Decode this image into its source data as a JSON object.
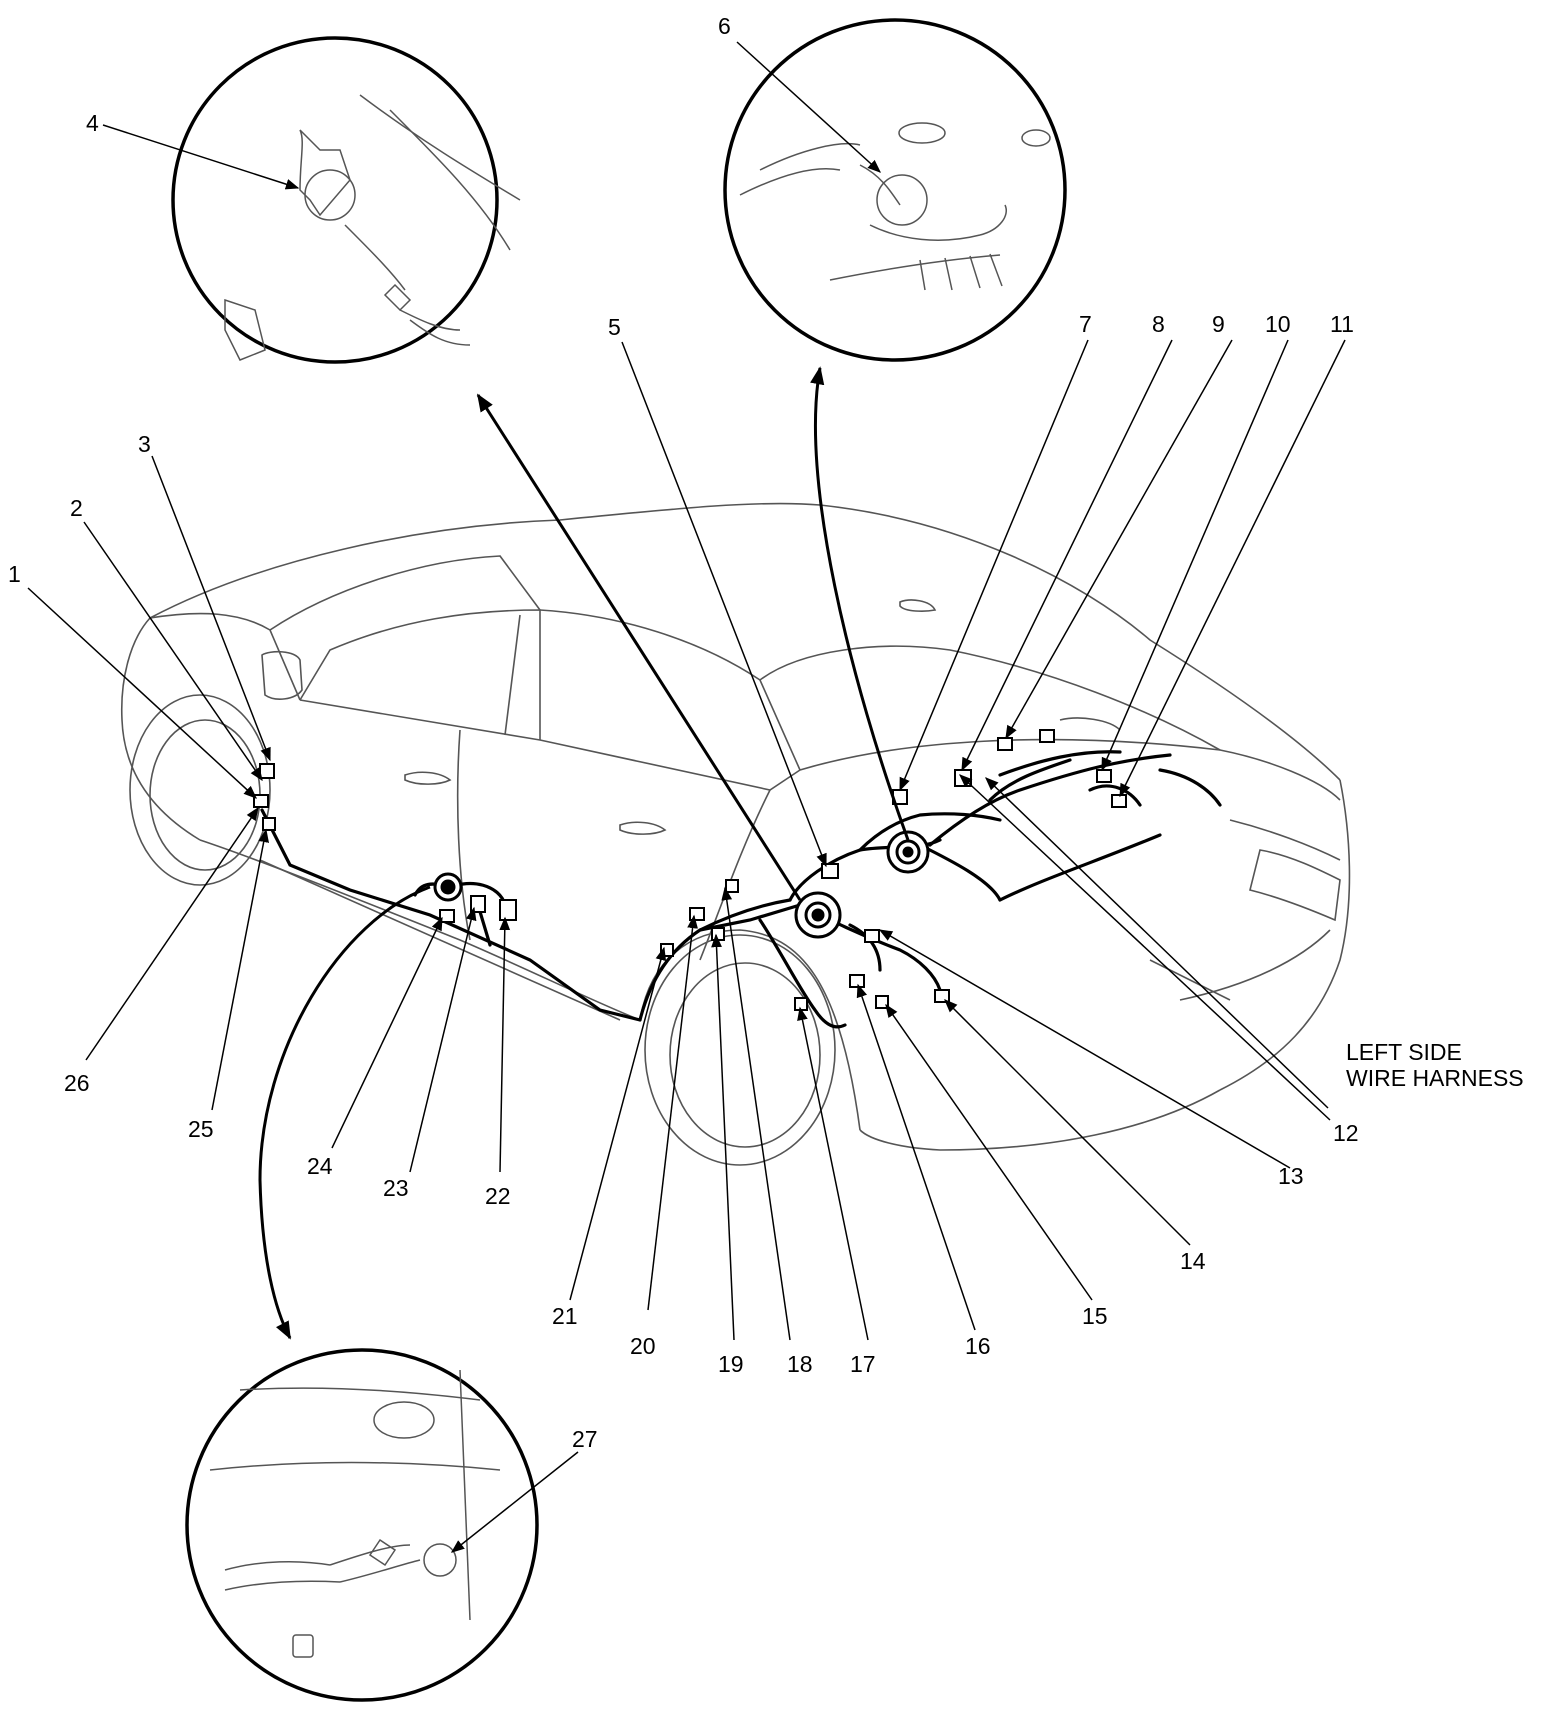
{
  "callouts": [
    "1",
    "2",
    "3",
    "4",
    "5",
    "6",
    "7",
    "8",
    "9",
    "10",
    "11",
    "12",
    "13",
    "14",
    "15",
    "16",
    "17",
    "18",
    "19",
    "20",
    "21",
    "22",
    "23",
    "24",
    "25",
    "26",
    "27"
  ],
  "harness_label": {
    "line1": "LEFT SIDE",
    "line2": "WIRE HARNESS"
  },
  "colors": {
    "ink": "#000000",
    "paper": "#ffffff",
    "sketch": "#555555"
  }
}
